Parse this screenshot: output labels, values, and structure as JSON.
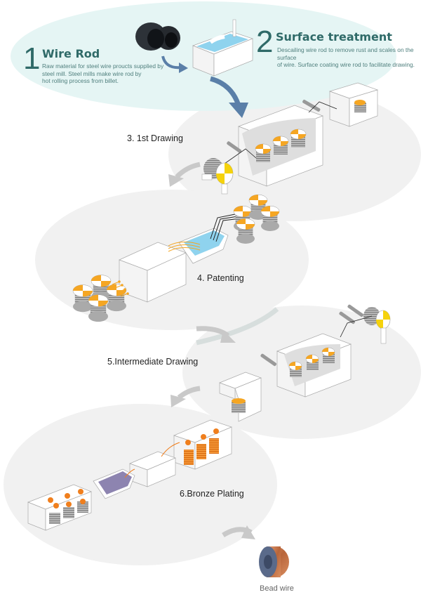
{
  "diagram": {
    "title": "Steel bead wire manufacturing process",
    "colors": {
      "intro_ellipse": "#e5f5f4",
      "stage_ellipse": "#f1f1f1",
      "accent_teal": "#2f6a68",
      "flow_arrow_blue": "#5a7fa8",
      "flow_arrow_gray": "#c9c9c9",
      "spool_orange": "#f5a623",
      "reel_yellow": "#f5d20c",
      "bath_blue": "#8fd3ee",
      "bath_purple": "#8d84b0",
      "bronze_orange": "#f07f1d"
    },
    "steps": [
      {
        "number": "1",
        "title": "Wire Rod",
        "description": "Raw material for steel wire proucts supplied by steel mill. Steel mills make wire rod by hot rolling process from billet.",
        "description_lines": [
          "Raw material for steel wire proucts supplied by",
          "steel mill. Steel mills make wire rod by",
          "hot rolling process from billet."
        ],
        "illustration": "wire-rod-coils"
      },
      {
        "number": "2",
        "title": "Surface treatment",
        "description": "Descailing wire rod to remove rust and scales on the surface of wire. Surface coating wire rod to facilitate drawing.",
        "description_lines": [
          "Descailing wire rod to remove rust and scales on the surface",
          "of wire. Surface coating wire rod to facilitate drawing."
        ],
        "illustration": "descaling-tank"
      },
      {
        "label": "3. 1st Drawing",
        "illustration": "drawing-machine"
      },
      {
        "label": "4. Patenting",
        "illustration": "patenting-furnace"
      },
      {
        "label": "5.Intermediate Drawing",
        "illustration": "drawing-machine"
      },
      {
        "label": "6.Bronze Plating",
        "illustration": "plating-line"
      }
    ],
    "output": {
      "caption": "Bead wire",
      "illustration": "bead-wire-reel"
    },
    "flow": [
      "1",
      "2",
      "3",
      "4",
      "5",
      "6",
      "Bead wire"
    ]
  }
}
